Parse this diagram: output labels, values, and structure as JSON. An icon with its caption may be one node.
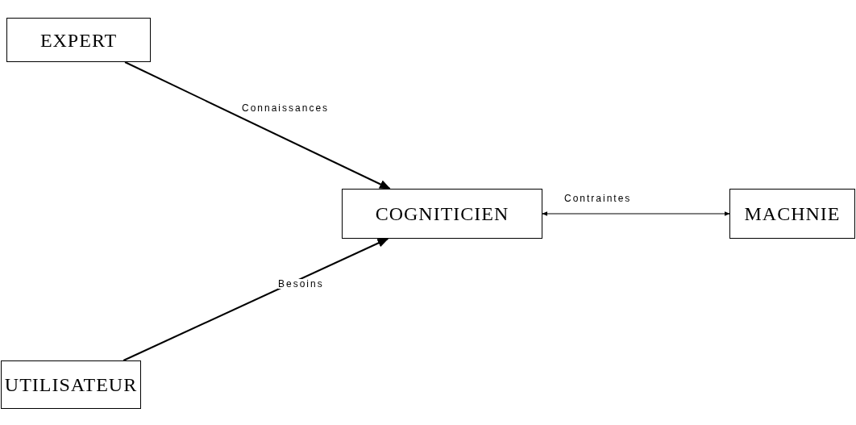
{
  "diagram": {
    "nodes": [
      {
        "text": [
          "EXPERT"
        ]
      },
      {
        "text": [
          "COGNITICIEN"
        ]
      },
      {
        "text": [
          "MACHNIE"
        ]
      },
      {
        "text": [
          "UTILISATEUR"
        ]
      }
    ],
    "edges": [
      {
        "from": 0,
        "to": 1,
        "arrow": "to",
        "label": "Connaissances"
      },
      {
        "from": 3,
        "to": 1,
        "arrow": "to",
        "label": "Besoins"
      },
      {
        "from": 1,
        "to": 2,
        "arrow": "both",
        "label": "Contraintes"
      }
    ]
  }
}
